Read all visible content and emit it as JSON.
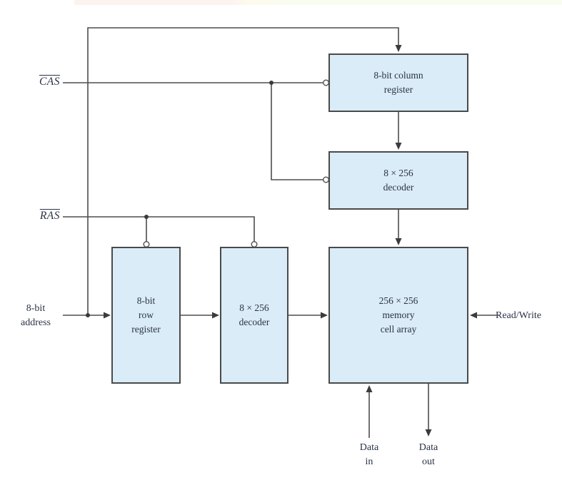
{
  "diagram": {
    "signals": {
      "cas": "CAS",
      "ras": "RAS",
      "address": "8-bit\naddress",
      "read_write": "Read/Write",
      "data_in": "Data\nin",
      "data_out": "Data\nout"
    },
    "blocks": {
      "column_register": "8-bit column\nregister",
      "column_decoder": "8 × 256\ndecoder",
      "row_register": "8-bit\nrow\nregister",
      "row_decoder": "8 × 256\ndecoder",
      "memory_array": "256 × 256\nmemory\ncell array"
    },
    "colors": {
      "block_fill": "#daecf7",
      "block_border": "#4a4a4a",
      "wire": "#4d4d4d",
      "text": "#2a3345"
    }
  }
}
